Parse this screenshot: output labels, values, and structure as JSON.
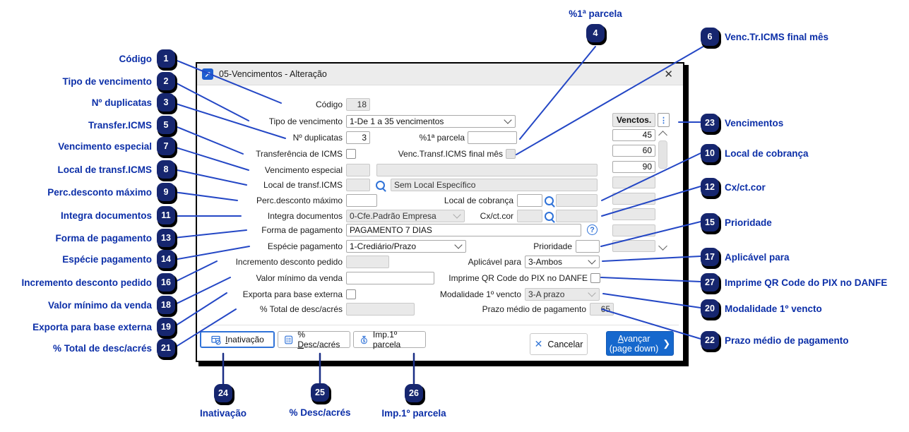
{
  "window": {
    "title": "05-Vencimentos - Alteração"
  },
  "icons": {
    "window_arrow": "↗",
    "close": "✕",
    "dots": "⋮",
    "help": "?",
    "cancel_x": "✕",
    "chevron_right": "❯"
  },
  "fields": {
    "codigo": {
      "label": "Código",
      "value": "18"
    },
    "tipo_vencimento": {
      "label": "Tipo de vencimento",
      "value": "1-De 1 a 35 vencimentos"
    },
    "num_duplicatas": {
      "label": "Nº duplicatas",
      "value": "3"
    },
    "pct_primeira_parcela": {
      "label": "%1ª parcela",
      "value": ""
    },
    "transferencia_icms": {
      "label": "Transferência de ICMS",
      "checked": false
    },
    "venc_transf_icms": {
      "label": "Venc.Transf.ICMS final mês",
      "checked": false
    },
    "vencimento_especial": {
      "label": "Vencimento especial",
      "value1": "",
      "value2": ""
    },
    "local_transf_icms": {
      "label": "Local de transf.ICMS",
      "code": "",
      "name": "Sem Local Específico"
    },
    "perc_desconto_maximo": {
      "label": "Perc.desconto máximo",
      "value": ""
    },
    "local_cobranca": {
      "label": "Local de cobrança",
      "code": "",
      "name": ""
    },
    "integra_documentos": {
      "label": "Integra documentos",
      "value": "0-Cfe.Padrão Empresa"
    },
    "cx_ct_cor": {
      "label": "Cx/ct.cor",
      "code": "",
      "name": ""
    },
    "forma_pagamento": {
      "label": "Forma de pagamento",
      "value": "PAGAMENTO 7 DIAS"
    },
    "especie_pagamento": {
      "label": "Espécie pagamento",
      "value": "1-Crediário/Prazo"
    },
    "prioridade": {
      "label": "Prioridade",
      "value": ""
    },
    "incremento_desconto": {
      "label": "Incremento desconto pedido",
      "value": ""
    },
    "aplicavel_para": {
      "label": "Aplicável para",
      "value": "3-Ambos"
    },
    "valor_minimo_venda": {
      "label": "Valor mínimo da venda",
      "value": ""
    },
    "imprime_qr": {
      "label": "Imprime QR Code do PIX no DANFE",
      "checked": false
    },
    "exporta_base": {
      "label": "Exporta para base externa",
      "checked": false
    },
    "modalidade_vencto": {
      "label": "Modalidade 1º vencto",
      "value": "3-A prazo"
    },
    "pct_total_desc": {
      "label": "% Total de desc/acrés",
      "value": ""
    },
    "prazo_medio": {
      "label": "Prazo médio de pagamento",
      "value": "65"
    }
  },
  "venctos": {
    "header": "Venctos.",
    "values": [
      "45",
      "60",
      "90",
      "",
      "",
      "",
      "",
      ""
    ]
  },
  "buttons": {
    "inativacao": {
      "u": "I",
      "post": "nativação"
    },
    "desc_acres": {
      "pre": "% ",
      "u": "D",
      "post": "esc/acrés"
    },
    "imp_parcela": {
      "label": "Imp.1º parcela"
    },
    "cancelar": {
      "label": "Cancelar"
    },
    "avancar": {
      "u": "A",
      "post": "vançar",
      "line2": "(page down)"
    }
  },
  "callouts": {
    "left": [
      {
        "n": "1",
        "label": "Código"
      },
      {
        "n": "2",
        "label": "Tipo de vencimento"
      },
      {
        "n": "3",
        "label": "Nº duplicatas"
      },
      {
        "n": "5",
        "label": "Transfer.ICMS"
      },
      {
        "n": "7",
        "label": "Vencimento especial"
      },
      {
        "n": "8",
        "label": "Local de transf.ICMS"
      },
      {
        "n": "9",
        "label": "Perc.desconto máximo"
      },
      {
        "n": "11",
        "label": "Integra documentos"
      },
      {
        "n": "13",
        "label": "Forma de pagamento"
      },
      {
        "n": "14",
        "label": "Espécie pagamento"
      },
      {
        "n": "16",
        "label": "Incremento desconto pedido"
      },
      {
        "n": "18",
        "label": "Valor mínimo da venda"
      },
      {
        "n": "19",
        "label": "Exporta para base externa"
      },
      {
        "n": "21",
        "label": "% Total de desc/acrés"
      }
    ],
    "top": [
      {
        "n": "4",
        "label": "%1ª parcela"
      }
    ],
    "right": [
      {
        "n": "6",
        "label": "Venc.Tr.ICMS final mês"
      },
      {
        "n": "23",
        "label": "Vencimentos"
      },
      {
        "n": "10",
        "label": "Local de cobrança"
      },
      {
        "n": "12",
        "label": "Cx/ct.cor"
      },
      {
        "n": "15",
        "label": "Prioridade"
      },
      {
        "n": "17",
        "label": "Aplicável para"
      },
      {
        "n": "27",
        "label": "Imprime QR Code do PIX no DANFE"
      },
      {
        "n": "20",
        "label": "Modalidade 1º vencto"
      },
      {
        "n": "22",
        "label": "Prazo médio de pagamento"
      }
    ],
    "bottom": [
      {
        "n": "24",
        "label": "Inativação"
      },
      {
        "n": "25",
        "label": "% Desc/acrés"
      },
      {
        "n": "26",
        "label": "Imp.1º parcela"
      }
    ]
  },
  "colors": {
    "accent": "#2f72d8",
    "callout_text": "#0c2fa8",
    "line": "#2447c5",
    "badge": "#16266f",
    "next_button": "#1668cd"
  }
}
